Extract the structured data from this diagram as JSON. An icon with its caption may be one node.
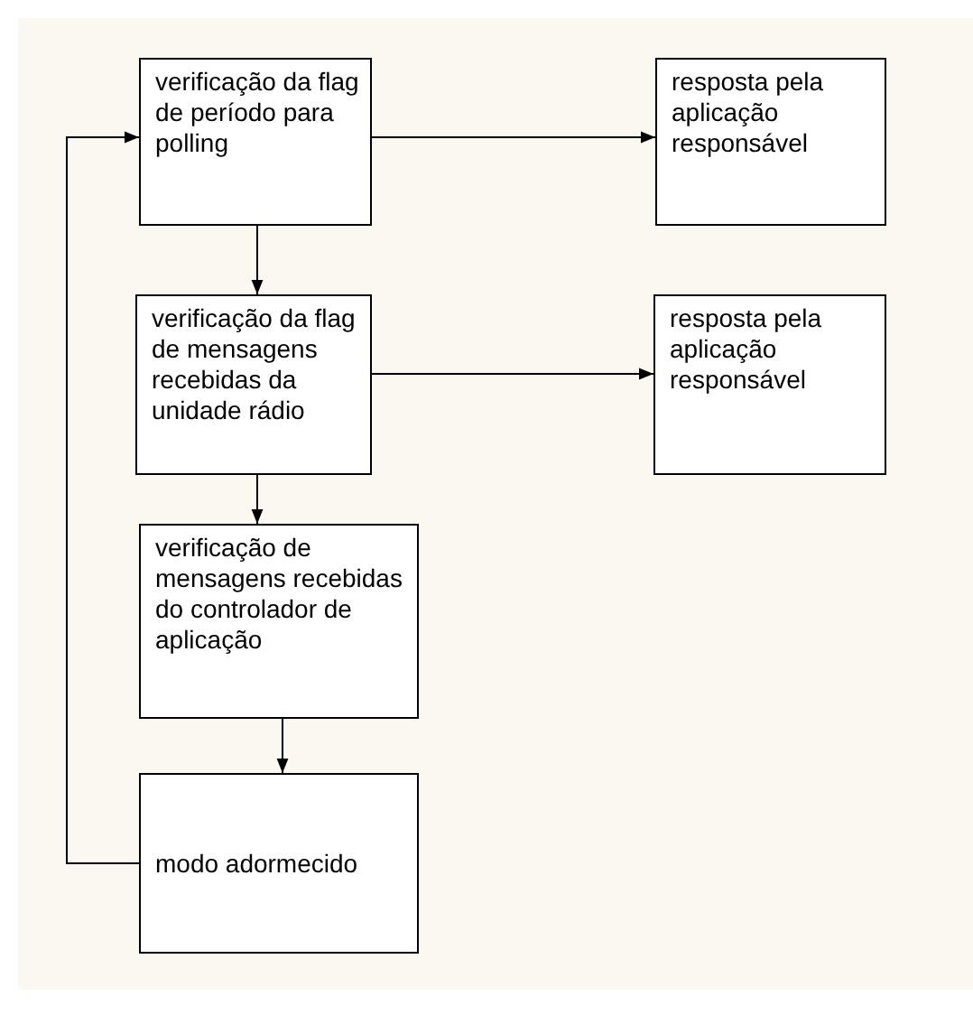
{
  "diagram": {
    "nodes": [
      {
        "text": [
          "verificação da flag de período para polling"
        ]
      },
      {
        "text": [
          "resposta pela aplicação responsável"
        ]
      },
      {
        "text": [
          "verificação da flag de mensagens recebidas da unidade rádio"
        ]
      },
      {
        "text": [
          "resposta pela aplicação responsável"
        ]
      },
      {
        "text": [
          "verificação de mensagens recebidas do controlador de aplicação"
        ]
      },
      {
        "text": [
          "modo adormecido"
        ]
      }
    ],
    "edges": [
      {
        "from": 0,
        "to": 1,
        "arrow": "to"
      },
      {
        "from": 0,
        "to": 2,
        "arrow": "to"
      },
      {
        "from": 2,
        "to": 3,
        "arrow": "to"
      },
      {
        "from": 2,
        "to": 4,
        "arrow": "to"
      },
      {
        "from": 4,
        "to": 5,
        "arrow": "to"
      },
      {
        "from": 5,
        "to": 0,
        "arrow": "to"
      }
    ]
  }
}
